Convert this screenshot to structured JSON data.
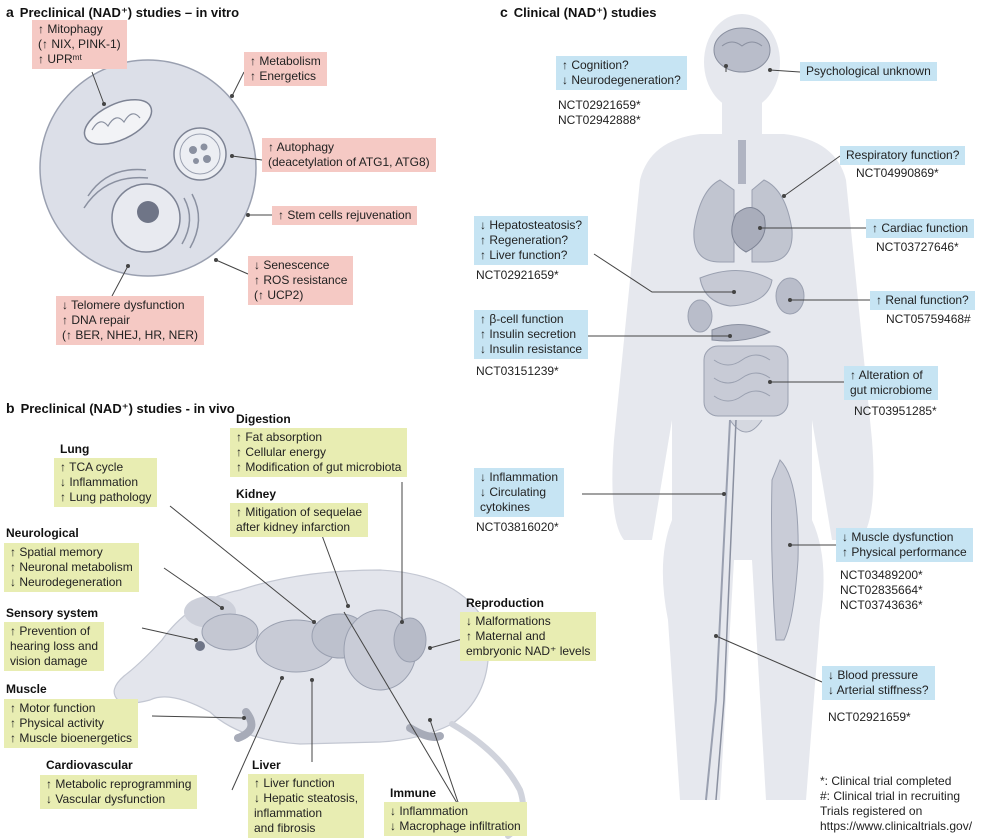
{
  "panel_a": {
    "letter": "a",
    "title": "Preclinical (NAD⁺) studies – in vitro",
    "boxes": {
      "mitophagy": "↑ Mitophagy\n(↑ NIX, PINK-1)\n↑ UPRᵐᵗ",
      "metabolism": "↑ Metabolism\n↑ Energetics",
      "autophagy": "↑ Autophagy\n(deacetylation of ATG1, ATG8)",
      "stem_cells": "↑ Stem cells rejuvenation",
      "senescence": "↓ Senescence\n↑ ROS resistance\n(↑ UCP2)",
      "telomere": "↓ Telomere dysfunction\n↑ DNA repair\n(↑ BER, NHEJ, HR, NER)"
    }
  },
  "panel_b": {
    "letter": "b",
    "title": "Preclinical (NAD⁺) studies - in vivo",
    "categories": {
      "lung": "Lung",
      "neurological": "Neurological",
      "sensory": "Sensory system",
      "muscle": "Muscle",
      "cardiovascular": "Cardiovascular",
      "digestion": "Digestion",
      "kidney": "Kidney",
      "reproduction": "Reproduction",
      "liver": "Liver",
      "immune": "Immune"
    },
    "boxes": {
      "lung": "↑ TCA cycle\n↓ Inflammation\n↑ Lung pathology",
      "neurological": "↑ Spatial memory\n↑ Neuronal metabolism\n↓ Neurodegeneration",
      "sensory": "↑ Prevention of\nhearing loss and\nvision damage",
      "muscle": "↑ Motor function\n↑ Physical activity\n↑ Muscle bioenergetics",
      "cardiovascular": "↑ Metabolic reprogramming\n↓ Vascular dysfunction",
      "digestion": "↑ Fat absorption\n↑ Cellular energy\n↑ Modification of gut microbiota",
      "kidney": "↑ Mitigation of sequelae\nafter kidney infarction",
      "reproduction": "↓ Malformations\n↑ Maternal and\nembryonic NAD⁺ levels",
      "liver": "↑ Liver function\n↓ Hepatic steatosis,\ninflammation\nand fibrosis",
      "immune": "↓ Inflammation\n↓ Macrophage infiltration"
    }
  },
  "panel_c": {
    "letter": "c",
    "title": "Clinical (NAD⁺) studies",
    "boxes": {
      "cognition": "↑ Cognition?\n↓ Neurodegeneration?",
      "psych": "Psychological unknown",
      "respiratory": "Respiratory function?",
      "hepato": "↓ Hepatosteatosis?\n↑ Regeneration?\n↑ Liver function?",
      "cardiac": "↑ Cardiac function",
      "renal": "↑ Renal function?",
      "beta": "↑ β-cell function\n↑ Insulin secretion\n↓ Insulin resistance",
      "gut": "↑ Alteration of\ngut microbiome",
      "inflammation": "↓ Inflammation\n↓ Circulating\ncytokines",
      "muscle": "↓ Muscle dysfunction\n↑ Physical performance",
      "blood": "↓ Blood pressure\n↓ Arterial stiffness?"
    },
    "nct": {
      "cognition": "NCT02921659*\nNCT02942888*",
      "respiratory": "NCT04990869*",
      "hepato": "NCT02921659*",
      "cardiac": "NCT03727646*",
      "renal": "NCT05759468#",
      "beta": "NCT03151239*",
      "gut": "NCT03951285*",
      "inflammation": "NCT03816020*",
      "muscle": "NCT03489200*\nNCT02835664*\nNCT03743636*",
      "blood": "NCT02921659*"
    },
    "legend": "*: Clinical trial completed\n#: Clinical trial in recruiting\nTrials registered on\nhttps://www.clinicaltrials.gov/"
  }
}
